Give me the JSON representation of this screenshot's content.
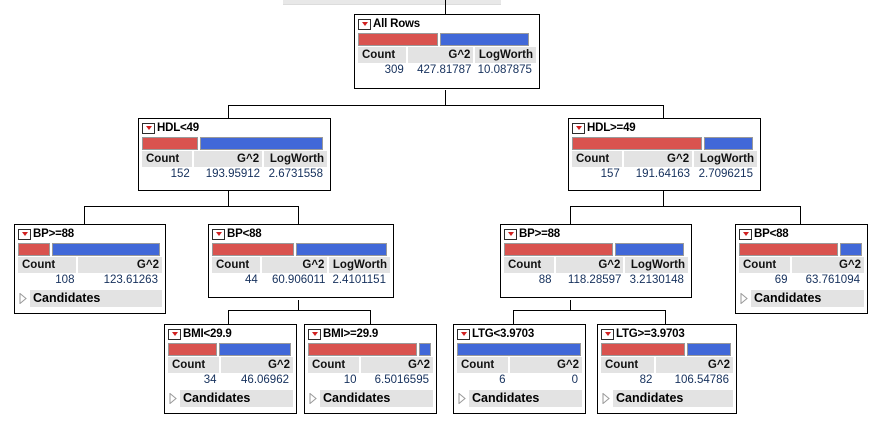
{
  "app": {
    "kind": "decision-tree-partition-view",
    "toolbar_strip_visible": true
  },
  "labels": {
    "count": "Count",
    "g2": "G^2",
    "logworth": "LogWorth",
    "candidates": "Candidates",
    "disclosure_icon": "red-triangle-menu-icon",
    "expander_icon": "triangle-right-icon"
  },
  "colors": {
    "red": "#d9534f",
    "blue": "#4168d8",
    "header_bg": "#e3e3e3",
    "value_text": "#15305c",
    "node_border": "#000000",
    "toolbar": "#e8e8e8"
  },
  "nodes": {
    "all_rows": {
      "title": "All Rows",
      "columns": [
        "Count",
        "G^2",
        "LogWorth"
      ],
      "values": [
        "309",
        "427.81787",
        "10.087875"
      ],
      "bar": {
        "red_pct": 45,
        "blue_pct": 50
      },
      "candidates": null
    },
    "hdl_lt_49": {
      "title": "HDL<49",
      "columns": [
        "Count",
        "G^2",
        "LogWorth"
      ],
      "values": [
        "152",
        "193.95912",
        "2.6731558"
      ],
      "bar": {
        "red_pct": 30,
        "blue_pct": 67
      },
      "candidates": null
    },
    "hdl_ge_49": {
      "title": "HDL>=49",
      "columns": [
        "Count",
        "G^2",
        "LogWorth"
      ],
      "values": [
        "157",
        "191.64163",
        "2.7096215"
      ],
      "bar": {
        "red_pct": 70,
        "blue_pct": 27
      },
      "candidates": null
    },
    "bp_ge_88_left": {
      "title": "BP>=88",
      "columns": [
        "Count",
        "G^2"
      ],
      "values": [
        "108",
        "123.61263"
      ],
      "bar": {
        "red_pct": 22,
        "blue_pct": 75
      },
      "candidates": "Candidates"
    },
    "bp_lt_88_left": {
      "title": "BP<88",
      "columns": [
        "Count",
        "G^2",
        "LogWorth"
      ],
      "values": [
        "44",
        "60.906011",
        "2.4101151"
      ],
      "bar": {
        "red_pct": 46,
        "blue_pct": 51
      },
      "candidates": null
    },
    "bp_ge_88_right": {
      "title": "BP>=88",
      "columns": [
        "Count",
        "G^2",
        "LogWorth"
      ],
      "values": [
        "88",
        "118.28597",
        "3.2130148"
      ],
      "bar": {
        "red_pct": 59,
        "blue_pct": 38
      },
      "candidates": null
    },
    "bp_lt_88_right": {
      "title": "BP<88",
      "columns": [
        "Count",
        "G^2"
      ],
      "values": [
        "69",
        "63.761094"
      ],
      "bar": {
        "red_pct": 79,
        "blue_pct": 18
      },
      "candidates": "Candidates"
    },
    "bmi_lt_299": {
      "title": "BMI<29.9",
      "columns": [
        "Count",
        "G^2"
      ],
      "values": [
        "34",
        "46.06962"
      ],
      "bar": {
        "red_pct": 39,
        "blue_pct": 58
      },
      "candidates": "Candidates"
    },
    "bmi_ge_299": {
      "title": "BMI>=29.9",
      "columns": [
        "Count",
        "G^2"
      ],
      "values": [
        "10",
        "6.5016595"
      ],
      "bar": {
        "red_pct": 87,
        "blue_pct": 10
      },
      "candidates": "Candidates"
    },
    "ltg_lt_39703": {
      "title": "LTG<3.9703",
      "columns": [
        "Count",
        "G^2"
      ],
      "values": [
        "6",
        "0"
      ],
      "bar": {
        "red_pct": 0,
        "blue_pct": 99
      },
      "candidates": "Candidates"
    },
    "ltg_ge_39703": {
      "title": "LTG>=3.9703",
      "columns": [
        "Count",
        "G^2"
      ],
      "values": [
        "82",
        "106.54786"
      ],
      "bar": {
        "red_pct": 64,
        "blue_pct": 33
      },
      "candidates": "Candidates"
    }
  }
}
